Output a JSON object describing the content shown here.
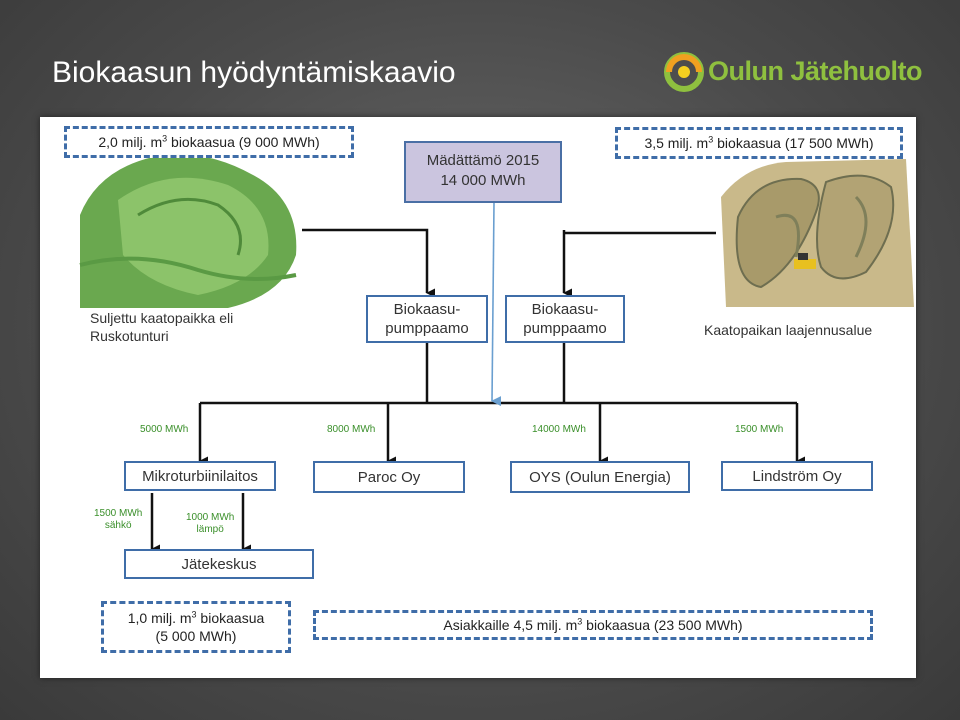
{
  "slide": {
    "title": "Biokaasun hyödyntämiskaavio"
  },
  "logo": {
    "text": "Oulun Jätehuolto",
    "icon": "sun-ring-logo-icon",
    "colors": {
      "green": "#8fc03f",
      "orange": "#f0a020",
      "yellow": "#f5d020"
    }
  },
  "diagram": {
    "top_left_gas": {
      "pre": "2,0 milj. m",
      "sup": "3",
      "post": " biokaasua (9 000 MWh)"
    },
    "top_right_gas": {
      "pre": "3,5 milj. m",
      "sup": "3",
      "post": " biokaasua (17 500 MWh)"
    },
    "madattamo": {
      "line1": "Mädättämö 2015",
      "line2": "14 000 MWh"
    },
    "landfill_closed": {
      "line1": "Suljettu kaatopaikka eli",
      "line2": "Ruskotunturi"
    },
    "pump_left": {
      "line1": "Biokaasu-",
      "line2": "pumppaamo"
    },
    "pump_right": {
      "line1": "Biokaasu-",
      "line2": "pumppaamo"
    },
    "landfill_extension": "Kaatopaikan laajennusalue",
    "flows": {
      "mikro": "5000 MWh",
      "paroc": "8000 MWh",
      "oys": "14000 MWh",
      "lindstrom": "1500 MWh"
    },
    "consumers": {
      "mikro": "Mikroturbiinilaitos",
      "paroc": "Paroc Oy",
      "oys": "OYS (Oulun Energia)",
      "lindstrom": "Lindström Oy"
    },
    "mikro_out": {
      "electricity": {
        "line1": "1500 MWh",
        "line2": "sähkö"
      },
      "heat": {
        "line1": "1000 MWh",
        "line2": "lämpö"
      }
    },
    "jatekeskus": "Jätekeskus",
    "bottom_left_gas": {
      "pre": "1,0 milj. m",
      "sup": "3",
      "post": " biokaasua",
      "line2": "(5 000 MWh)"
    },
    "bottom_right_gas": {
      "pre": "Asiakkaille 4,5 milj. m",
      "sup": "3",
      "post": " biokaasua (23 500 MWh)"
    },
    "colors": {
      "box_border": "#3f6da8",
      "flow_label": "#3a8f2a",
      "madattamo_fill": "#cbc5df",
      "arrow_blue": "#6a9fd0"
    }
  }
}
